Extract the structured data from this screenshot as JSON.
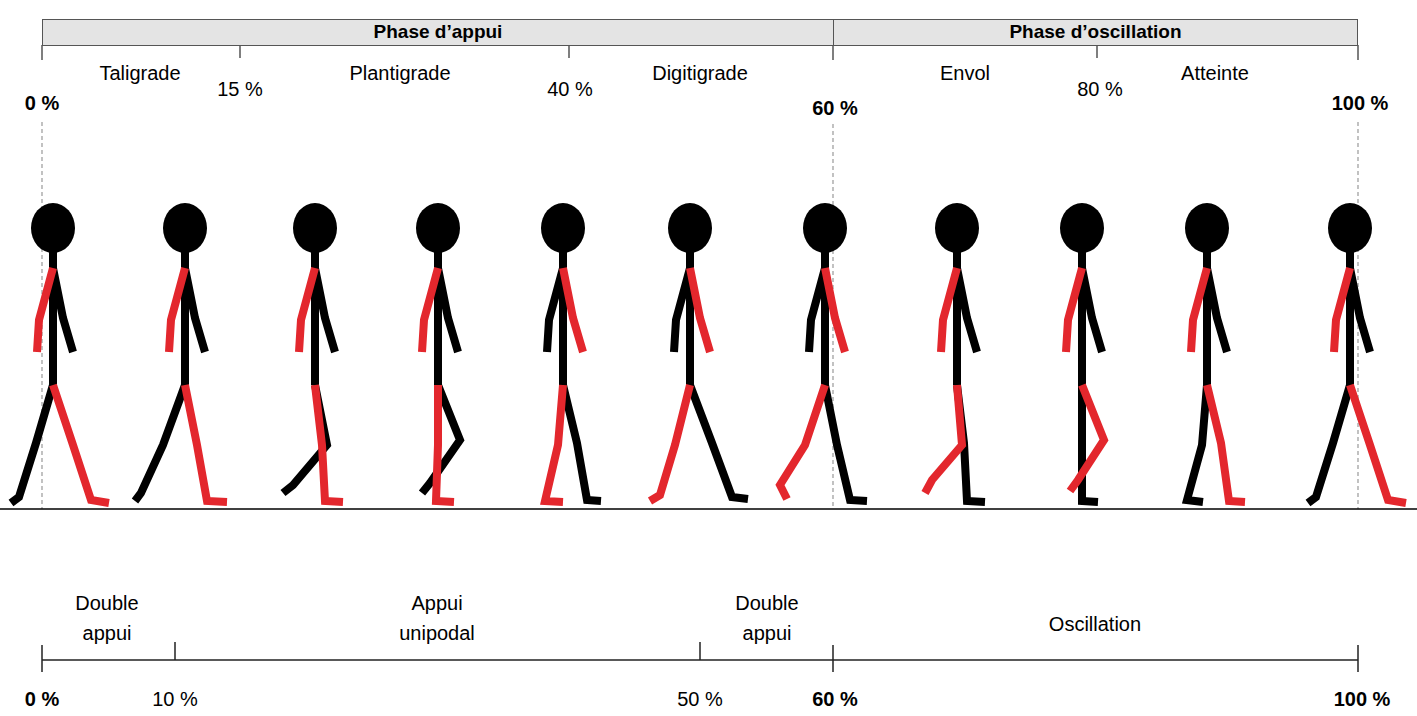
{
  "diagram": {
    "nodes": [
      {
        "text": [
          "Phase d’appui"
        ]
      },
      {
        "text": [
          "Phase d’oscillation"
        ]
      }
    ],
    "labels": [
      "Taligrade",
      "15 %",
      "Plantigrade",
      "40 %",
      "Digitigrade",
      "Envol",
      "80 %",
      "Atteinte",
      "0 %",
      "60 %",
      "100 %",
      "Double appui",
      "Appui unipodal",
      "Double appui",
      "Oscillation",
      "0 %",
      "10 %",
      "50 %",
      "60 %",
      "100 %"
    ]
  }
}
